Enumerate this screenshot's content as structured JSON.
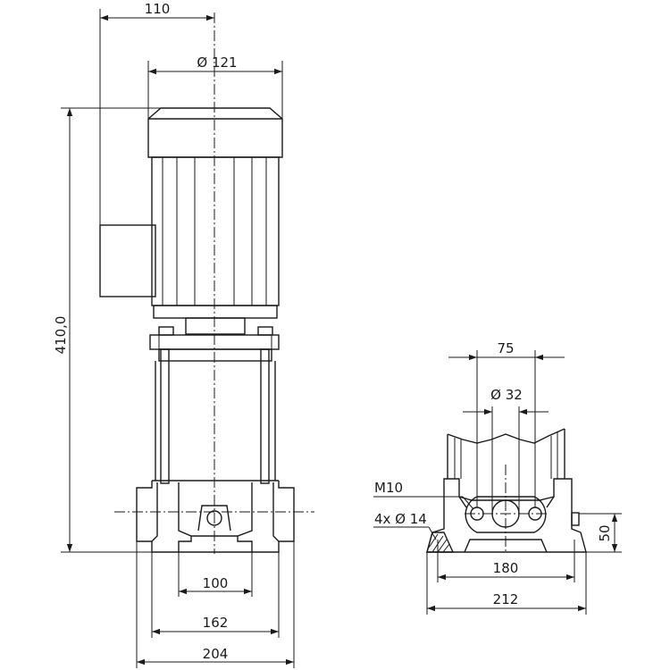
{
  "front_view": {
    "dim_offset": "110",
    "dim_motor_diameter": "Ø 121",
    "dim_height": "410,0",
    "dim_inner_width": "100",
    "dim_mid_width": "162",
    "dim_base_width": "204"
  },
  "side_view": {
    "dim_flange_spacing": "75",
    "dim_port_diameter": "Ø 32",
    "label_thread": "M10",
    "label_holes": "4x Ø 14",
    "dim_base_height": "50",
    "dim_hole_spacing": "180",
    "dim_total_width": "212"
  }
}
